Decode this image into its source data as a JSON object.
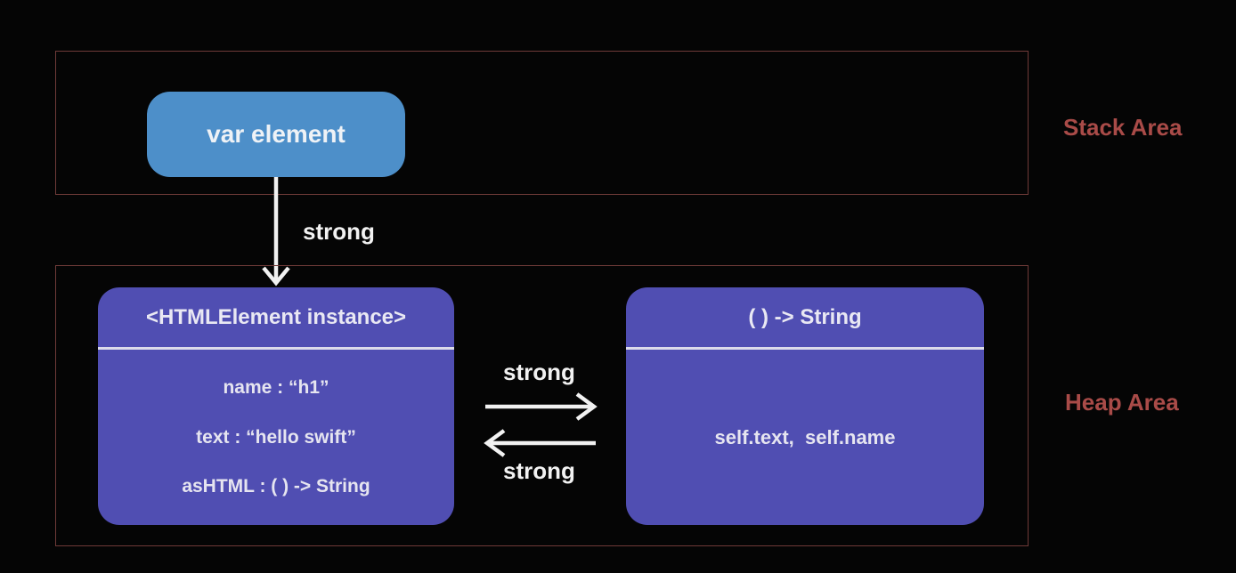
{
  "colors": {
    "background": "#050505",
    "area_border": "#6f3a38",
    "area_label": "#a94b48",
    "stack_node_fill": "#4d8fc9",
    "heap_node_fill": "#504eb2",
    "node_text": "#e6e5f0",
    "divider": "#dcdbea",
    "arrow": "#f2f2f2"
  },
  "stack_area": {
    "label": "Stack Area",
    "var_box": {
      "title": "var element"
    }
  },
  "heap_area": {
    "label": "Heap Area",
    "instance_box": {
      "title": "<HTMLElement instance>",
      "properties": [
        "name : “h1”",
        "text : “hello swift”",
        "asHTML : ( ) -> String"
      ]
    },
    "closure_box": {
      "title": "( ) -> String",
      "body": "self.text,  self.name"
    }
  },
  "arrows": {
    "var_to_instance": {
      "label": "strong"
    },
    "instance_to_closure": {
      "label": "strong"
    },
    "closure_to_instance": {
      "label": "strong"
    }
  }
}
